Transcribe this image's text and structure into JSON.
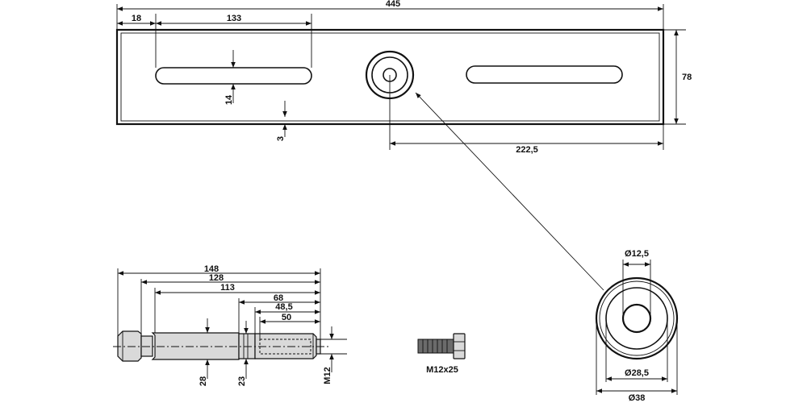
{
  "plate": {
    "overall_length": "445",
    "edge_offset": "18",
    "slot_length": "133",
    "slot_width": "14",
    "plate_thickness": "3",
    "plate_height": "78",
    "hole_offset": "222,5"
  },
  "detail_hole": {
    "inner_diameter": "Ø12,5",
    "counterbore_diameter": "Ø28,5",
    "outer_diameter": "Ø38"
  },
  "pin": {
    "len_148": "148",
    "len_128": "128",
    "len_113": "113",
    "len_68": "68",
    "len_48_5": "48,5",
    "len_50": "50",
    "dia_28": "28",
    "dia_23": "23",
    "thread": "M12"
  },
  "bolt": {
    "label": "M12x25"
  }
}
